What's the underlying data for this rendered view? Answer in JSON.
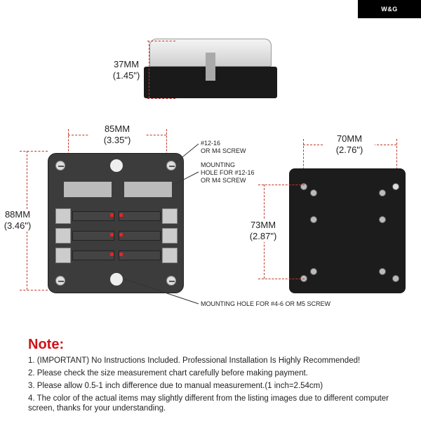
{
  "brand": {
    "logo": "W&G"
  },
  "top_view": {
    "height_mm": "37MM",
    "height_in": "(1.45\")"
  },
  "front_view": {
    "width_mm": "85MM",
    "width_in": "(3.35\")",
    "height_mm": "88MM",
    "height_in": "(3.46\")",
    "callout_screw": [
      "#12-16",
      "OR M4 SCREW"
    ],
    "callout_mount": [
      "MOUNTING",
      "HOLE FOR #12-16",
      "OR M4 SCREW"
    ],
    "callout_bottom": "MOUNTING HOLE FOR #4-6 OR M5 SCREW"
  },
  "back_view": {
    "width_mm": "70MM",
    "width_in": "(2.76\")",
    "height_mm": "73MM",
    "height_in": "(2.87\")"
  },
  "colors": {
    "accent": "#d0121a",
    "dimension_line": "#c0392b"
  },
  "note": {
    "title": "Note:",
    "items": [
      "1. (IMPORTANT) No Instructions Included. Professional Installation Is Highly Recommended!",
      "2. Please check the size measurement chart carefully before making payment.",
      "3. Please allow 0.5-1 inch difference due to manual measurement.(1 inch=2.54cm)",
      "4. The color of the actual items may slightly different from the listing images due to different computer screen, thanks for your understanding."
    ]
  }
}
